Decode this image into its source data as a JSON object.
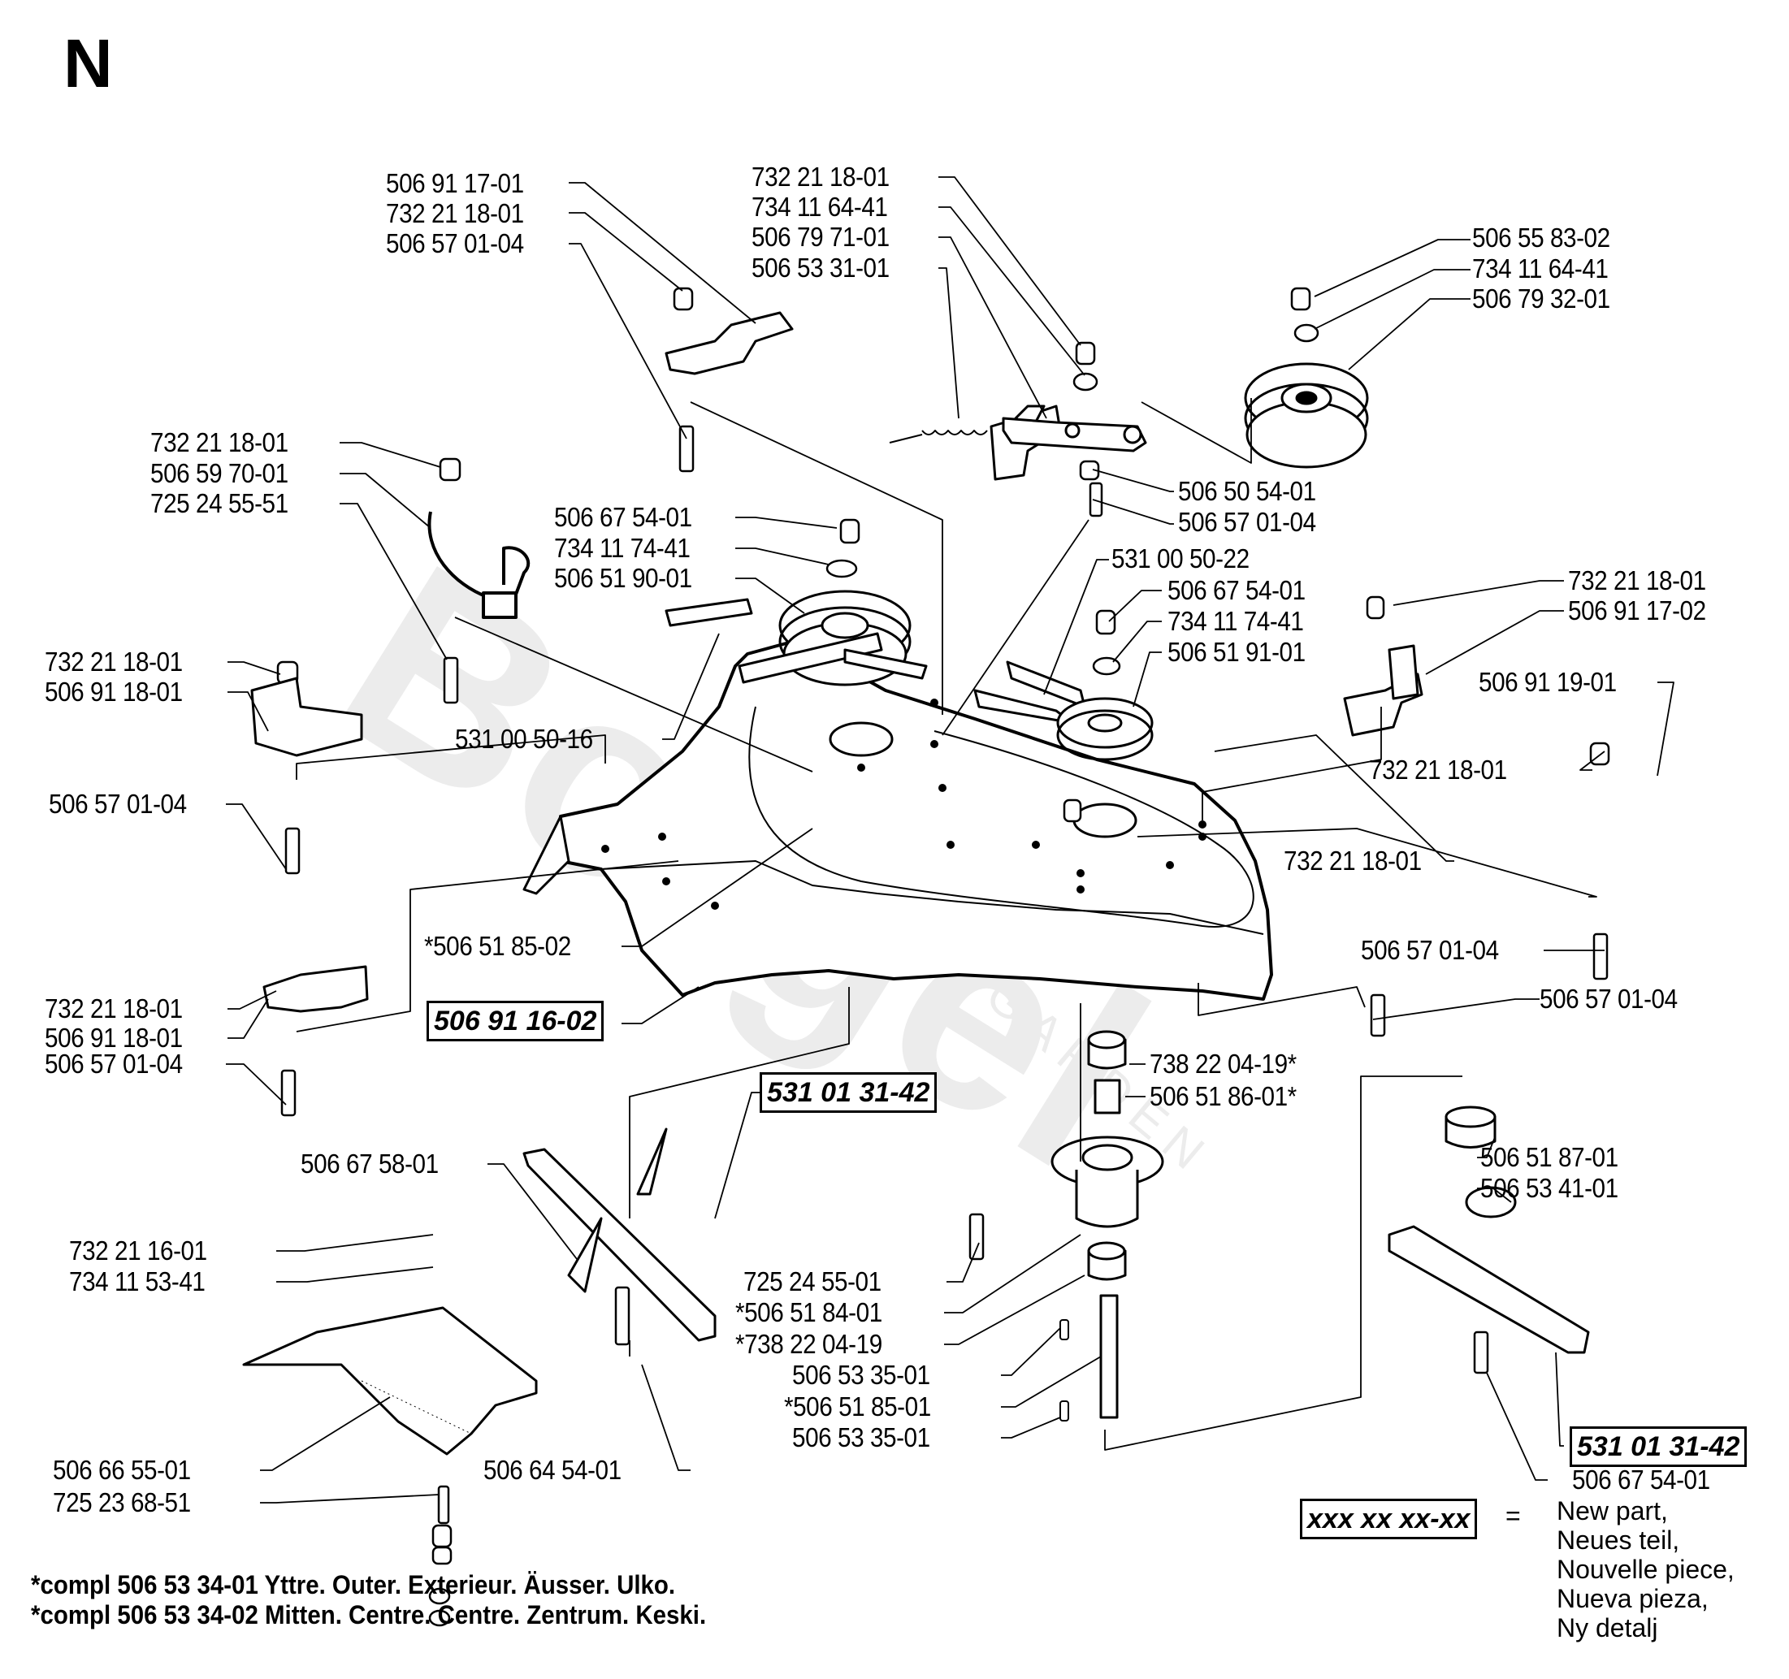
{
  "sheet": {
    "letter": "N"
  },
  "watermark": {
    "brand": "Borgel",
    "sub": "GARDEN"
  },
  "groups": {
    "top_left_bracket": [
      "506 91 17-01",
      "732 21 18-01",
      "506 57 01-04"
    ],
    "idler_arm": [
      "732 21 18-01",
      "734 11 64-41",
      "506 79 71-01",
      "506 53 31-01"
    ],
    "idler_arm_below": [
      "506 50 54-01",
      "506 57 01-04"
    ],
    "top_right_pulley": [
      "506 55 83-02",
      "734 11 64-41",
      "506 79 32-01"
    ],
    "left_guide": [
      "732 21 18-01",
      "506 59 70-01",
      "725 24 55-51"
    ],
    "center_left_pulley": [
      "506 67 54-01",
      "734 11 74-41",
      "506 51 90-01"
    ],
    "belt_left": "531 00 50-16",
    "belt_right": "531 00 50-22",
    "center_right_pulley": [
      "506 67 54-01",
      "734 11 74-41",
      "506 51 91-01"
    ],
    "right_bracket": [
      "732 21 18-01",
      "506 91 17-02"
    ],
    "right_roller_bracket": [
      "506 91 19-01",
      "732 21 18-01"
    ],
    "deck_nut": "732 21 18-01",
    "right_bolt": "506 57 01-04",
    "left_upper_bracket": [
      "732 21 18-01",
      "506 91 18-01",
      "506 57 01-04"
    ],
    "left_lower_bracket": [
      "732 21 18-01",
      "506 91 18-01",
      "506 57 01-04"
    ],
    "spindle_top": "*506 51 85-02",
    "deck_new_part": "506 91 16-02",
    "deck_bolt_right": "506 57 01-04",
    "spindle_upper": [
      "738 22 04-19*",
      "506 51 86-01*"
    ],
    "blade_left_new": "531 01 31-42",
    "blade_left": [
      "506 67 58-01"
    ],
    "shield": [
      "732 21 16-01",
      "734 11 53-41",
      "506 66 55-01",
      "725 23 68-51"
    ],
    "blade_left_bolt": "506 64 54-01",
    "spindle_lower": [
      "725 24 55-01",
      "*506 51 84-01",
      "*738 22 04-19",
      "506 53 35-01",
      "*506 51 85-01",
      "506 53 35-01"
    ],
    "right_blade": [
      "506 51 87-01",
      "506 53 41-01"
    ],
    "blade_right_new": "531 01 31-42",
    "blade_right_bolt": "506 67 54-01"
  },
  "legend": {
    "sample": "xxx xx xx-xx",
    "equals": "=",
    "lines": [
      "New part,",
      "Neues teil,",
      "Nouvelle piece,",
      "Nueva pieza,",
      "Ny detalj"
    ]
  },
  "notes": [
    "*compl 506 53 34-01 Yttre. Outer. Exterieur. Äusser. Ulko.",
    "*compl 506 53 34-02 Mitten. Centre. Centre. Zentrum. Keski."
  ]
}
